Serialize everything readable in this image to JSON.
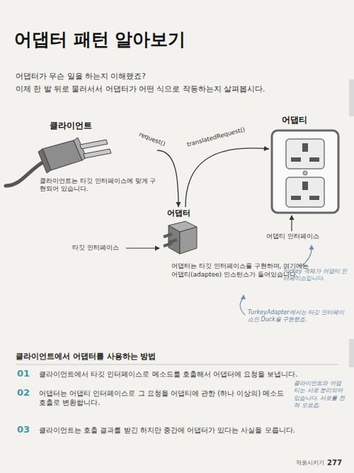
{
  "diagram": {
    "title": "어댑터 패턴 알아보기",
    "nodes": [
      {
        "text": [
          "클라이언트",
          "클라이언트는 타깃 인터페이스에 맞게 구현되어 있습니다."
        ]
      },
      {
        "text": [
          "어댑터",
          "어댑터는 타깃 인터페이스를 구현하며, 여기에는 어댑티(adaptee) 인스턴스가 들어있습니다."
        ]
      },
      {
        "text": [
          "어댑티"
        ]
      }
    ],
    "edges": [
      {
        "from": 0,
        "to": 1,
        "label": "request()",
        "arrow": "to"
      },
      {
        "from": 1,
        "to": 2,
        "label": "translatedRequest()",
        "arrow": "to"
      }
    ],
    "labels": [
      "어댑터가 무슨 일을 하는지 이해했죠?",
      "이제 한 발 뒤로 물러서서 어댑터가 어떤 식으로 작동하는지 살펴봅시다.",
      "타깃 인터페이스",
      "어댑티 인터페이스",
      "Turkey 객체가 어댑티 인터페이스입니다.",
      "TurkeyAdapter에서는 타깃 인터페이스인 Duck을 구현했죠.",
      "클라이언트에서 어댑터를 사용하는 방법",
      "01",
      "클라이언트에서 타깃 인터페이스로 메소드를 호출해서 어댑터에 요청을 보냅니다.",
      "02",
      "어댑터는 어댑티 인터페이스로 그 요청을 어댑티에 관한 (하나 이상의) 메소드 호출로 변환합니다.",
      "03",
      "클라이언트는 호출 결과를 받긴 하지만 중간에 어댑터가 있다는 사실을 모릅니다.",
      "클라이언트와 어댑티는 서로 분리되어 있습니다. 서로를 전혀 모르죠.",
      "적응시키기",
      "277"
    ]
  }
}
